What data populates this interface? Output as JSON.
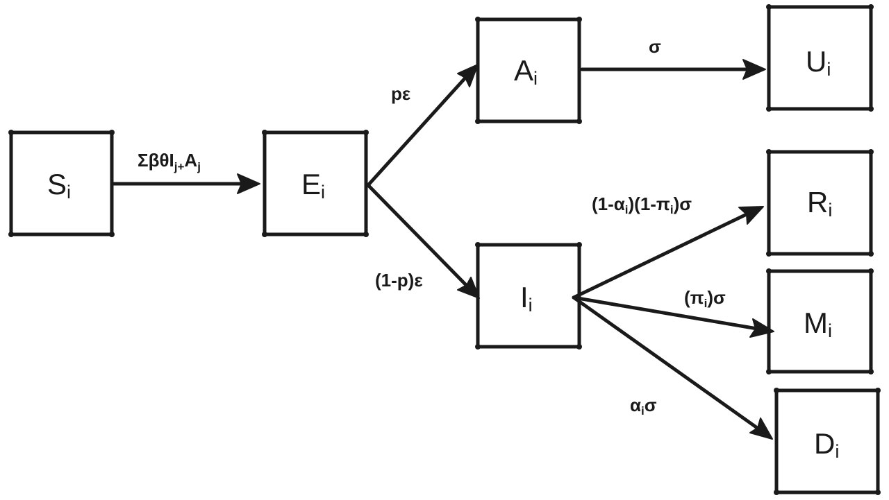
{
  "nodes": {
    "S": {
      "main": "S",
      "sub": "i"
    },
    "E": {
      "main": "E",
      "sub": "i"
    },
    "A": {
      "main": "A",
      "sub": "i"
    },
    "U": {
      "main": "U",
      "sub": "i"
    },
    "I": {
      "main": "I",
      "sub": "i"
    },
    "R": {
      "main": "R",
      "sub": "i"
    },
    "M": {
      "main": "M",
      "sub": "i"
    },
    "D": {
      "main": "D",
      "sub": "i"
    }
  },
  "edges": {
    "s_to_e": {
      "p1": "Σβθ",
      "p2": "I",
      "p3": "j+",
      "p4": "A",
      "p5": "j"
    },
    "e_to_a": {
      "p1": "pε"
    },
    "e_to_i": {
      "p1": "(1-p)ε"
    },
    "a_to_u": {
      "p1": "σ"
    },
    "i_to_r": {
      "p1": "(1-α",
      "p2": "i",
      "p3": ")(1-π",
      "p4": "i",
      "p5": ")σ"
    },
    "i_to_m": {
      "p1": "(π",
      "p2": "i",
      "p3": ")σ"
    },
    "i_to_d": {
      "p1": "α",
      "p2": "i",
      "p3": "σ"
    }
  },
  "colors": {
    "ink": "#1a1a1a",
    "background": "#ffffff"
  }
}
